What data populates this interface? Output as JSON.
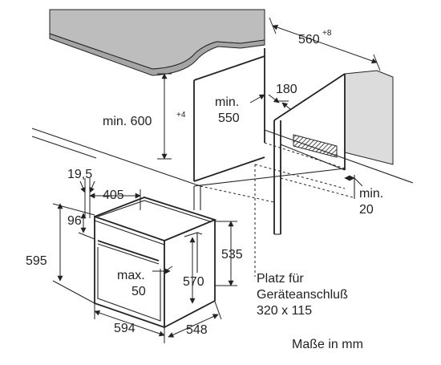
{
  "colors": {
    "countertop": "#bdbdbd",
    "countertop_edge": "#a5a5a5",
    "wall_panel": "#dcdcdc",
    "line": "#222222",
    "background": "#ffffff"
  },
  "labels": {
    "width_560": "560",
    "width_560_sup": "+8",
    "height_600": "min. 600",
    "height_600_sup": "+4",
    "depth_550_l1": "min.",
    "depth_550_l2": "550",
    "opening_180": "180",
    "gap_20_l1": "min.",
    "gap_20_l2": "20",
    "panel_19_5": "19,5",
    "depth_405": "405",
    "height_96": "96",
    "height_595": "595",
    "gap_50_l1": "max.",
    "gap_50_l2": "50",
    "height_570": "570",
    "height_535": "535",
    "width_594": "594",
    "depth_548": "548",
    "connection_l1": "Platz für",
    "connection_l2": "Geräteanschluß",
    "connection_l3": "320 x 115",
    "units_note": "Maße in mm"
  }
}
